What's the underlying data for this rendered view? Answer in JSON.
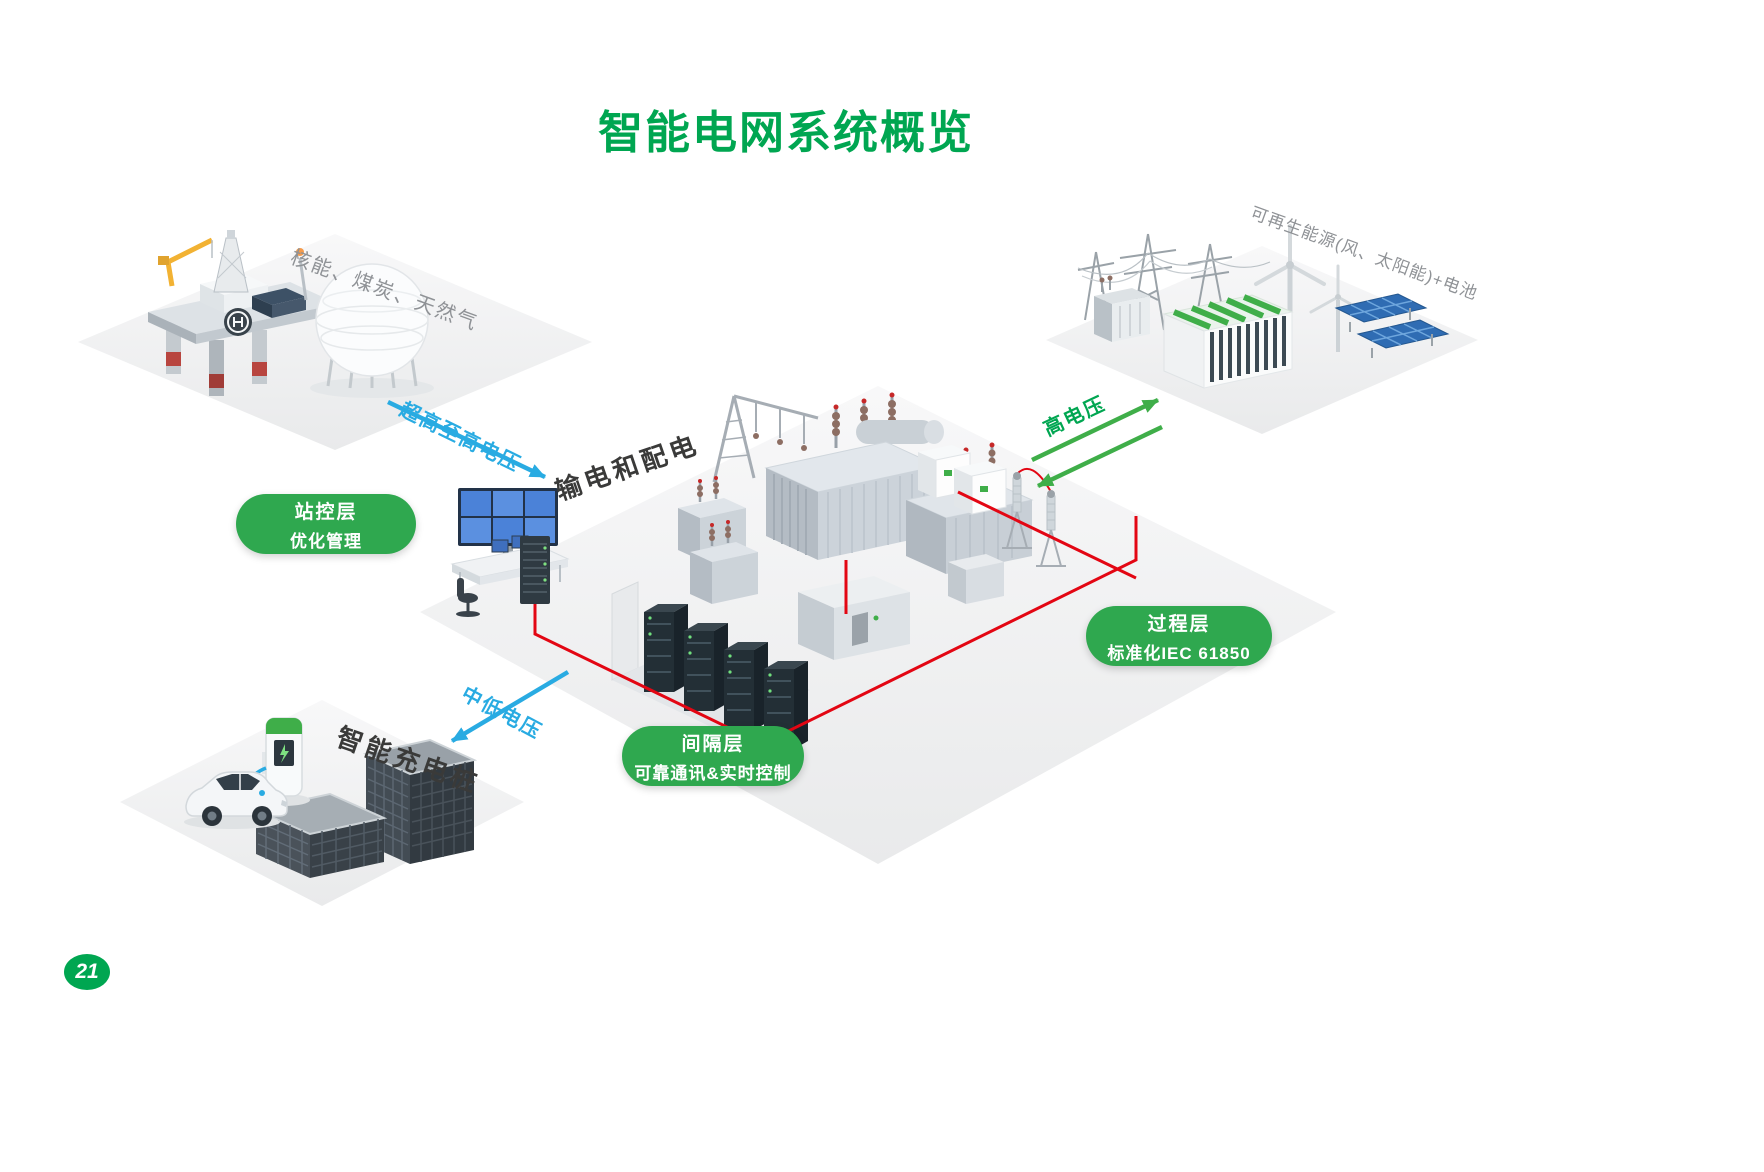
{
  "slide": {
    "title": "智能电网系统概览",
    "page_number": "21"
  },
  "labels": {
    "fossil_sources": "核能、煤炭、天然气",
    "renewables": "可再生能源(风、太阳能)+电池",
    "transmission": "输电和配电",
    "ev_charging": "智能充电桩",
    "arrow_ehv": "超高至高电压",
    "arrow_hv": "高电压",
    "arrow_mlv": "中低电压"
  },
  "badges": {
    "station": {
      "line1": "站控层",
      "line2": "优化管理"
    },
    "process": {
      "line1": "过程层",
      "line2": "标准化IEC 61850"
    },
    "bay": {
      "line1": "间隔层",
      "line2": "可靠通讯&实时控制"
    }
  },
  "colors": {
    "title_green": "#00a651",
    "badge_green": "#2fa84f",
    "arrow_blue": "#29abe2",
    "arrow_green": "#3fae49",
    "bus_red": "#e30613",
    "gray_label": "#8f9296",
    "dark_label": "#3a3a39"
  }
}
